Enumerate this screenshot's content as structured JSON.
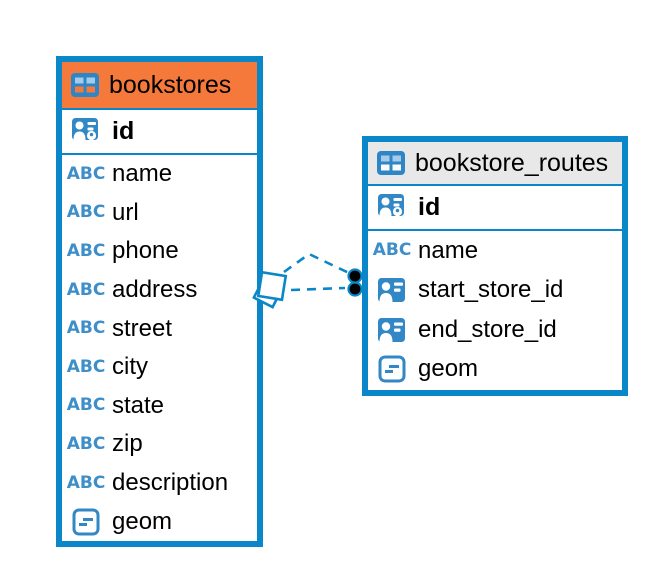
{
  "diagram": {
    "background": "#ffffff",
    "colors": {
      "accent_blue": "#0a87c8",
      "icon_blue": "#3288c6",
      "icon_light_blue": "#a6cbe8",
      "bookstores_header": "#f5793b",
      "routes_header": "#e8e8e8",
      "relationship_line": "#0a87c8",
      "relationship_dot": "#000000",
      "text": "#000000"
    },
    "abc_label": "ABC",
    "tables": [
      {
        "name": "bookstores",
        "header_color": "#f5793b",
        "primary_key": {
          "name": "id",
          "icon": "primary-key-icon"
        },
        "columns": [
          {
            "name": "name",
            "icon": "text-type-icon"
          },
          {
            "name": "url",
            "icon": "text-type-icon"
          },
          {
            "name": "phone",
            "icon": "text-type-icon"
          },
          {
            "name": "address",
            "icon": "text-type-icon"
          },
          {
            "name": "street",
            "icon": "text-type-icon"
          },
          {
            "name": "city",
            "icon": "text-type-icon"
          },
          {
            "name": "state",
            "icon": "text-type-icon"
          },
          {
            "name": "zip",
            "icon": "text-type-icon"
          },
          {
            "name": "description",
            "icon": "text-type-icon"
          },
          {
            "name": "geom",
            "icon": "geometry-type-icon"
          }
        ]
      },
      {
        "name": "bookstore_routes",
        "header_color": "#e8e8e8",
        "primary_key": {
          "name": "id",
          "icon": "primary-key-icon"
        },
        "columns": [
          {
            "name": "name",
            "icon": "text-type-icon"
          },
          {
            "name": "start_store_id",
            "icon": "reference-type-icon"
          },
          {
            "name": "end_store_id",
            "icon": "reference-type-icon"
          },
          {
            "name": "geom",
            "icon": "geometry-type-icon"
          }
        ]
      }
    ],
    "relationship": {
      "style": "dashed",
      "from_table": "bookstores",
      "to_table": "bookstore_routes",
      "line_count": 2,
      "source_marker": "stacked-squares",
      "target_marker": "double-dot"
    }
  }
}
